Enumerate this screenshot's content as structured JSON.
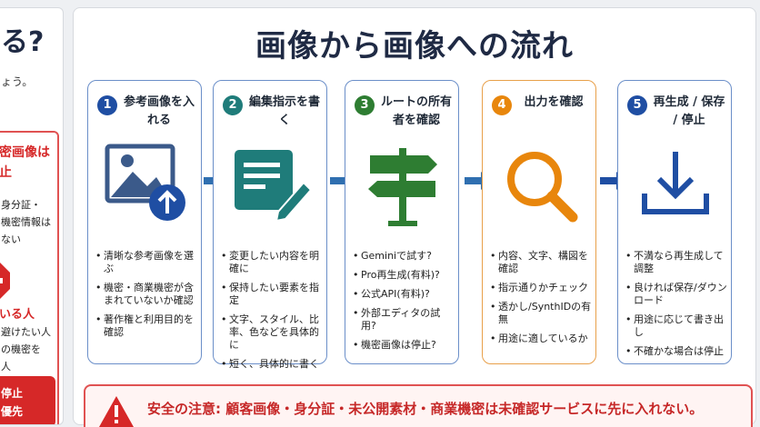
{
  "left": {
    "heading": "る?",
    "subtext": "ょう。",
    "red_heading_1": "密画像は",
    "red_heading_2": "止",
    "line_1": "身分証・",
    "line_2": "機密情報は",
    "line_3": "ない",
    "red_line": "いる人",
    "line_4": "避けたい人",
    "line_5": "の機密を",
    "line_6": "人",
    "button_line_1": "停止",
    "button_line_2": "優先"
  },
  "title": "画像から画像への流れ",
  "steps": [
    {
      "number": "1",
      "title": "参考画像を入れる",
      "color": "#1f4ea3",
      "items": [
        "清晰な参考画像を選ぶ",
        "機密・商業機密が含まれていないか確認",
        "著作権と利用目的を確認"
      ]
    },
    {
      "number": "2",
      "title": "編集指示を書く",
      "color": "#1f7c7a",
      "items": [
        "変更したい内容を明確に",
        "保持したい要素を指定",
        "文字、スタイル、比率、色などを具体的に",
        "短く、具体的に書く"
      ]
    },
    {
      "number": "3",
      "title": "ルートの所有者を確認",
      "color": "#2e7d32",
      "items": [
        "Geminiで試す?",
        "Pro再生成(有料)?",
        "公式API(有料)?",
        "外部エディタの試用?",
        "機密画像は停止?"
      ]
    },
    {
      "number": "4",
      "title": "出力を確認",
      "color": "#e8860c",
      "items": [
        "内容、文字、構図を確認",
        "指示通りかチェック",
        "透かし/SynthIDの有無",
        "用途に適しているか"
      ]
    },
    {
      "number": "5",
      "title": "再生成 / 保存 / 停止",
      "color": "#1f4ea3",
      "items": [
        "不満なら再生成して調整",
        "良ければ保存/ダウンロード",
        "用途に応じて書き出し",
        "不確かな場合は停止"
      ]
    }
  ],
  "warning": "安全の注意: 顧客画像・身分証・未公開素材・商業機密は未確認サービスに先に入れない。"
}
